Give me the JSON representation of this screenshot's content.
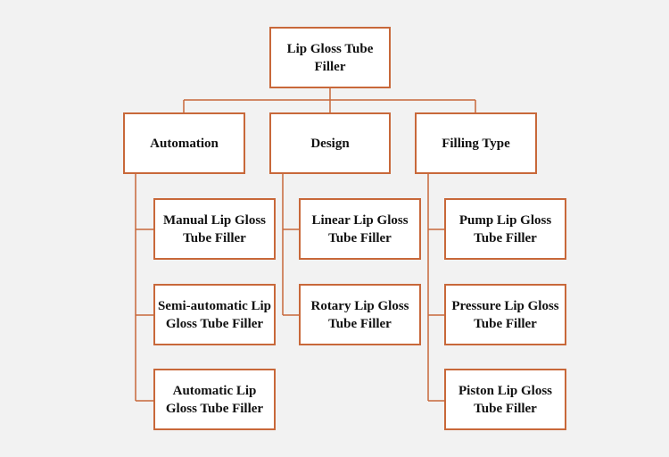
{
  "diagram": {
    "root": {
      "label": "Lip Gloss Tube Filler"
    },
    "categories": [
      {
        "label": "Automation",
        "children": [
          {
            "label": "Manual Lip Gloss Tube Filler"
          },
          {
            "label": "Semi-automatic Lip Gloss Tube Filler"
          },
          {
            "label": "Automatic Lip Gloss Tube Filler"
          }
        ]
      },
      {
        "label": "Design",
        "children": [
          {
            "label": "Linear Lip Gloss Tube Filler"
          },
          {
            "label": "Rotary Lip Gloss Tube Filler"
          }
        ]
      },
      {
        "label": "Filling Type",
        "children": [
          {
            "label": "Pump Lip Gloss Tube Filler"
          },
          {
            "label": "Pressure Lip Gloss Tube Filler"
          },
          {
            "label": "Piston Lip Gloss Tube Filler"
          }
        ]
      }
    ]
  },
  "colors": {
    "border": "#c8683a",
    "background": "#f2f2f2",
    "box_fill": "#ffffff",
    "text": "#111111"
  }
}
